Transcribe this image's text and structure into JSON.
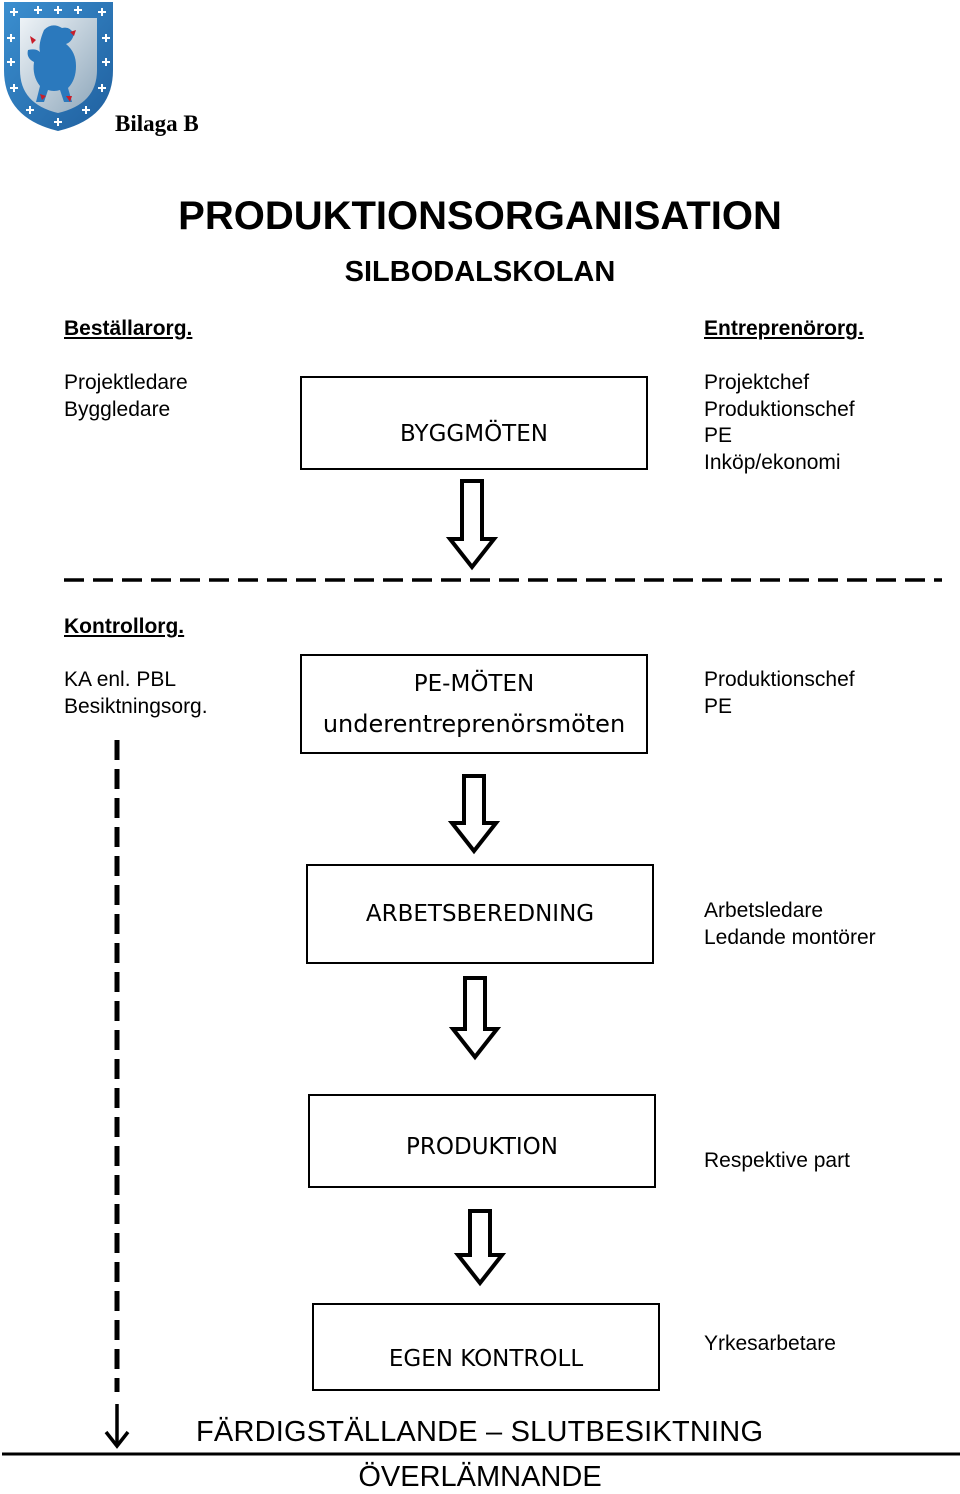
{
  "header": {
    "appendix_label": "Bilaga B",
    "title": "PRODUKTIONSORGANISATION",
    "subtitle": "SILBODALSKOLAN"
  },
  "left": {
    "client_heading": "Beställarorg.",
    "client_roles": [
      "Projektledare",
      "Byggledare"
    ],
    "control_heading": "Kontrollorg.",
    "control_roles": [
      "KA enl. PBL",
      "Besiktningsorg."
    ]
  },
  "right": {
    "contractor_heading": "Entreprenörorg.",
    "contractor_roles": [
      "Projektchef",
      "Produktionschef",
      "PE",
      "Inköp/ekonomi"
    ],
    "pe_roles": [
      "Produktionschef",
      "PE"
    ],
    "prep_roles": [
      "Arbetsledare",
      "Ledande montörer"
    ],
    "production_roles": "Respektive part",
    "control_roles": "Yrkesarbetare"
  },
  "flow": {
    "byggmoten": "BYGGMÖTEN",
    "pe_moten_line1": "PE-MÖTEN",
    "pe_moten_line2": "underentreprenörsmöten",
    "arbetsberedning": "ARBETSBEREDNING",
    "produktion": "PRODUKTION",
    "egen_kontroll": "EGEN KONTROLL"
  },
  "footer": {
    "line1": "FÄRDIGSTÄLLANDE – SLUTBESIKTNING",
    "line2": "ÖVERLÄMNANDE"
  },
  "logo": {
    "name": "municipal-coat-of-arms",
    "colors": [
      "#2f7fc1",
      "#9fb6c8",
      "#c81e2a"
    ]
  }
}
